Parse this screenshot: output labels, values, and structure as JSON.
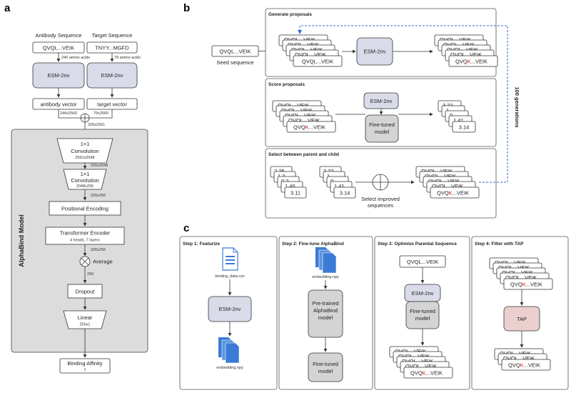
{
  "panels": {
    "a": "a",
    "b": "b",
    "c": "c"
  },
  "panel_a": {
    "antibody_title": "Antibody Sequence",
    "target_title": "Target Sequence",
    "antibody_seq": "QVQL...VEIK",
    "target_seq": "TNYY...MGFD",
    "antibody_len": "246 amino acids",
    "target_len": "79 amino acids",
    "esm_left": "ESM-2nv",
    "esm_right": "ESM-2nv",
    "antibody_vector": "antibody vector",
    "target_vector": "target vector",
    "dim_ab": "246x2560",
    "dim_tg": "79x2560",
    "dim_concat": "326x2561",
    "model_label": "AlphaBind Model",
    "conv1_title": "1×1",
    "conv1_name": "Convolution",
    "conv1_dim": "2561x2048",
    "conv1_out": "326x2048",
    "conv2_title": "1×1",
    "conv2_name": "Convolution",
    "conv2_dim": "2048x256",
    "conv2_out": "326x256",
    "pos_enc": "Positional Encoding",
    "transformer": "Transformer Encoder",
    "transformer_sub": "4 heads, 7 layers",
    "trans_out": "326x256",
    "average": "Average",
    "avg_out": "256",
    "dropout": "Dropout",
    "linear": "Linear",
    "linear_dim": "256x1",
    "binding": "Binding Affinity",
    "binding_dim": "1"
  },
  "panel_b": {
    "seed_seq": "QVQL...VEIK",
    "seed_label": "Seed sequence",
    "gen_title": "Generate proposals",
    "score_title": "Score proposals",
    "select_title": "Select between parent and child",
    "stack_seq": "QVQL...VEIK",
    "stack_mut_pre": "QVQ",
    "stack_mut_k": "K",
    "stack_mut_post": "...VEIK",
    "stack_back": "QVQL...VEIK",
    "mut_line_pre": "QVQ",
    "mut_line_k": "L",
    "mut_line_post": "...VEIK",
    "esm": "ESM-2nv",
    "esm2": "ESM-2nv",
    "finetuned": "Fine-tuned model",
    "scores_out": [
      "3.22",
      "1",
      "0",
      "1.41",
      "3.14"
    ],
    "scores_parent": [
      "2.25",
      "1.2",
      "0.2",
      "1.40",
      "3.11"
    ],
    "scores_child": [
      "3.22",
      "1",
      "0",
      "1.41",
      "3.14"
    ],
    "select_label": "Select improved sequences",
    "generations": "100 generations"
  },
  "panel_c": {
    "step1": "Step 1: Featurize",
    "step2": "Step 2: Fine-tune AlphaBind",
    "step3": "Step 3: Optimize Parental Sequence",
    "step4": "Step 4: Filter with TAP",
    "binding_csv": "binding_data.csv",
    "embedding_npy": "embedding.npy",
    "embedding_npy2": "embedding.npy",
    "esm": "ESM-2nv",
    "esm3": "ESM-2nv",
    "pretrained": "Pre-trained AlphaBind model",
    "finetuned2": "Fine-tuned model",
    "finetuned3": "Fine-tuned model",
    "parent_seq": "QVQL...VEIK",
    "tap": "TAP",
    "stack_seq": "QVQL...VEIK"
  },
  "colors": {
    "esm": "#d9dbe9",
    "gray_model": "#d4d4d4",
    "tap": "#ebcfcf",
    "dashed": "#2f6fd6",
    "mutation": "#d81b1b",
    "file_icon": "#3a7bd5"
  }
}
